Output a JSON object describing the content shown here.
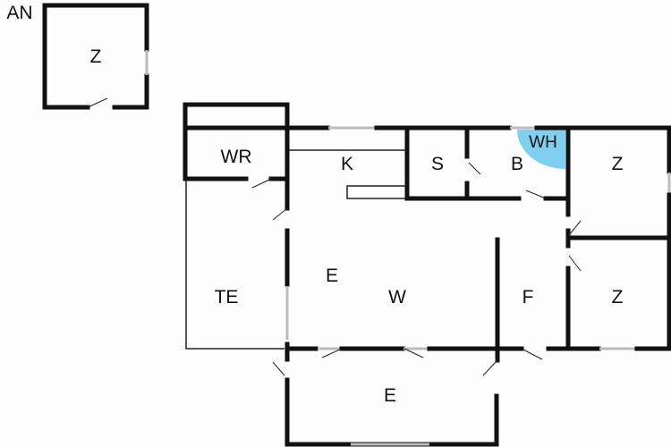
{
  "annex_label": "AN",
  "rooms": {
    "annex_z": "Z",
    "wr": "WR",
    "k": "K",
    "s": "S",
    "b": "B",
    "wh": "WH",
    "z_upper": "Z",
    "te": "TE",
    "e_main": "E",
    "w": "W",
    "f": "F",
    "z_lower": "Z",
    "e_lower": "E"
  },
  "colors": {
    "wh_fill": "#7fd0f0",
    "wall": "#111111"
  }
}
